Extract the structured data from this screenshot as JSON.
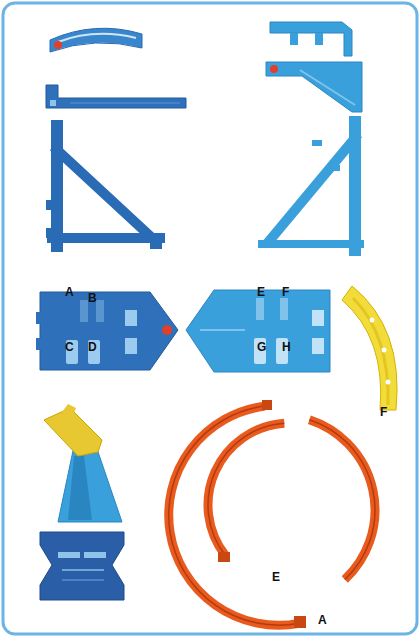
{
  "diagram": {
    "labels": [
      "A",
      "B",
      "E",
      "F",
      "C",
      "D",
      "G",
      "H",
      "F",
      "E",
      "A"
    ]
  }
}
